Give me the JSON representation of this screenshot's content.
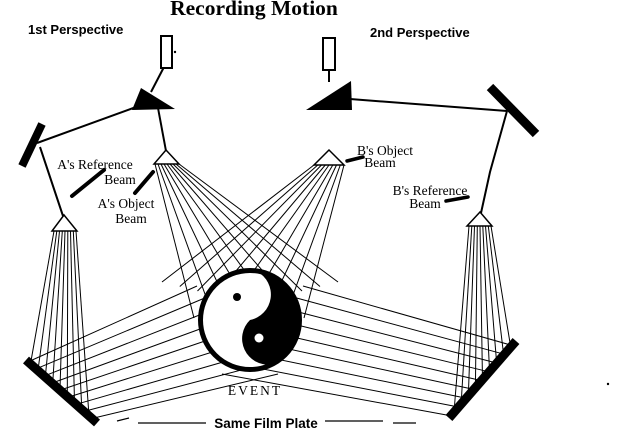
{
  "title": "Recording Motion",
  "left_setup": {
    "heading": "1st Perspective",
    "reference_label_line1": "A's Reference",
    "reference_label_line2": "Beam",
    "object_label_line1": "A's Object",
    "object_label_line2": "Beam"
  },
  "right_setup": {
    "heading": "2nd Perspective",
    "object_label_line1": "B's Object",
    "object_label_line2": "Beam",
    "reference_label_line1": "B's Reference",
    "reference_label_line2": "Beam"
  },
  "event_label": "EVENT",
  "film_plate_label": "Same Film Plate",
  "colors": {
    "ink": "#000000",
    "background": "#ffffff"
  }
}
